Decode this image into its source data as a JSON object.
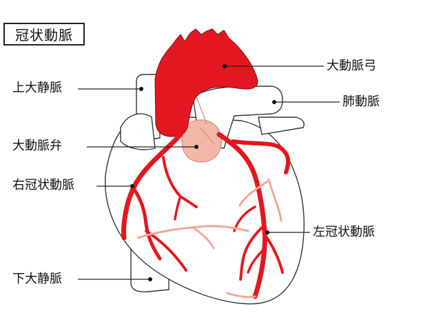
{
  "title": "冠状動脈",
  "labels": {
    "superior_vena_cava": "上大静脈",
    "aortic_valve": "大動脈弁",
    "right_coronary_artery": "右冠状動脈",
    "inferior_vena_cava": "下大静脈",
    "aortic_arch": "大動脈弓",
    "pulmonary_artery": "肺動脈",
    "left_coronary_artery": "左冠状動脈"
  },
  "colors": {
    "artery": "#e3171f",
    "valve": "#f3b7a8",
    "vein_branch": "#f0a898",
    "outline": "#333333",
    "leader_line": "#222222"
  },
  "icons": [
    "heart-illustration"
  ]
}
